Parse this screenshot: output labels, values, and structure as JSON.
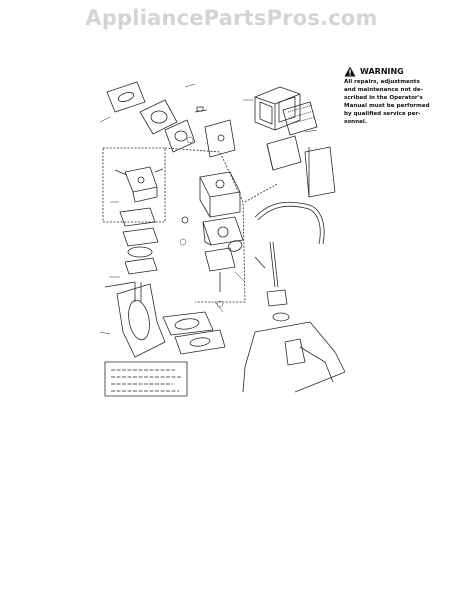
{
  "watermark": "AppliancePartsPros.com",
  "warning": {
    "title": "WARNING",
    "lines": [
      "All repairs, adjustments",
      "and maintenance not de-",
      "scribed in the Operator's",
      "Manual must be performed",
      "by qualified service per-",
      "sonnel."
    ]
  },
  "icons": {
    "warning": "warning-triangle-icon"
  },
  "colors": {
    "ink": "#222222",
    "watermark": "#d4d4d4"
  }
}
